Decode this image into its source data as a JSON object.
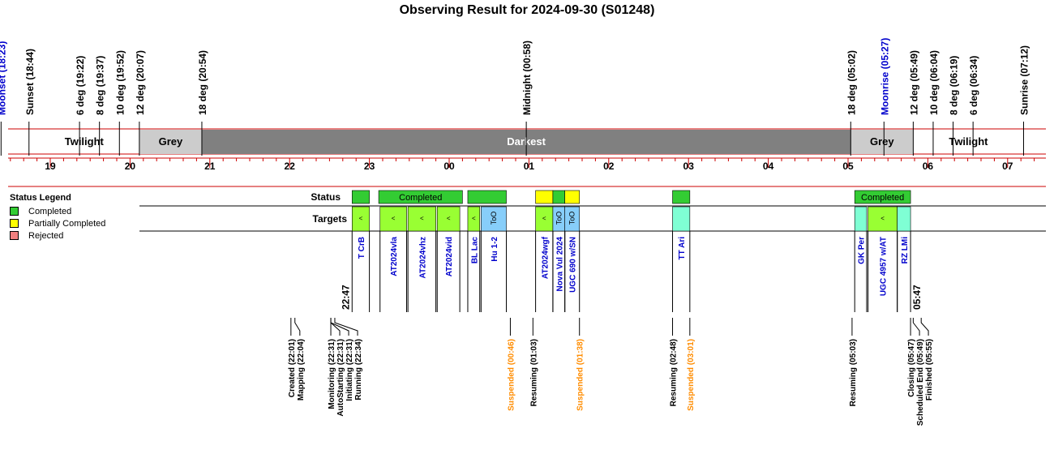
{
  "title": "Observing Result for 2024-09-30 (S01248)",
  "colors": {
    "completed": "#33cc33",
    "partial": "#ffff00",
    "rejected": "#f08080",
    "target_green": "#99ff33",
    "target_cyan": "#7fffd4",
    "target_blue": "#87cefa",
    "grey_band": "#cccccc",
    "darkest_band": "#808080",
    "red_line": "#cc0000",
    "blue_text": "#0000cc",
    "orange_text": "#ff8c00"
  },
  "hours": [
    "19",
    "20",
    "21",
    "22",
    "23",
    "00",
    "01",
    "02",
    "03",
    "04",
    "05",
    "06",
    "07"
  ],
  "time_range": [
    "18:23",
    "07:20"
  ],
  "top_events": [
    {
      "label": "Moonset (18:23)",
      "time": "18:23",
      "color": "blue"
    },
    {
      "label": "Sunset (18:44)",
      "time": "18:44",
      "color": "black"
    },
    {
      "label": "6 deg (19:22)",
      "time": "19:22",
      "color": "black"
    },
    {
      "label": "8 deg (19:37)",
      "time": "19:37",
      "color": "black"
    },
    {
      "label": "10 deg (19:52)",
      "time": "19:52",
      "color": "black"
    },
    {
      "label": "12 deg (20:07)",
      "time": "20:07",
      "color": "black"
    },
    {
      "label": "18 deg (20:54)",
      "time": "20:54",
      "color": "black"
    },
    {
      "label": "Midnight (00:58)",
      "time": "00:58",
      "color": "black"
    },
    {
      "label": "18 deg (05:02)",
      "time": "05:02",
      "color": "black"
    },
    {
      "label": "Moonrise (05:27)",
      "time": "05:27",
      "color": "blue"
    },
    {
      "label": "12 deg (05:49)",
      "time": "05:49",
      "color": "black"
    },
    {
      "label": "10 deg (06:04)",
      "time": "06:04",
      "color": "black"
    },
    {
      "label": "8 deg (06:19)",
      "time": "06:19",
      "color": "black"
    },
    {
      "label": "6 deg (06:34)",
      "time": "06:34",
      "color": "black"
    },
    {
      "label": "Sunrise (07:12)",
      "time": "07:12",
      "color": "black"
    }
  ],
  "bands": [
    {
      "label": "Twilight",
      "start": "18:44",
      "end": "20:07",
      "kind": "twilight"
    },
    {
      "label": "Grey",
      "start": "20:07",
      "end": "20:54",
      "kind": "grey"
    },
    {
      "label": "Darkest",
      "start": "20:54",
      "end": "05:02",
      "kind": "darkest"
    },
    {
      "label": "Grey",
      "start": "05:02",
      "end": "05:49",
      "kind": "grey"
    },
    {
      "label": "Twilight",
      "start": "05:49",
      "end": "07:12",
      "kind": "twilight"
    }
  ],
  "row_labels": {
    "status": "Status",
    "targets": "Targets"
  },
  "legend": {
    "title": "Status Legend",
    "items": [
      {
        "label": "Completed",
        "color": "#33cc33"
      },
      {
        "label": "Partially Completed",
        "color": "#ffff00"
      },
      {
        "label": "Rejected",
        "color": "#f08080"
      }
    ]
  },
  "status_blocks": [
    {
      "start": "22:47",
      "end": "23:00",
      "kind": "completed",
      "label": ""
    },
    {
      "start": "23:07",
      "end": "00:10",
      "kind": "completed",
      "label": "Completed"
    },
    {
      "start": "00:14",
      "end": "00:43",
      "kind": "completed",
      "label": ""
    },
    {
      "start": "01:05",
      "end": "01:18",
      "kind": "partial",
      "label": ""
    },
    {
      "start": "01:18",
      "end": "01:27",
      "kind": "completed",
      "label": ""
    },
    {
      "start": "01:27",
      "end": "01:38",
      "kind": "partial",
      "label": ""
    },
    {
      "start": "02:48",
      "end": "03:01",
      "kind": "completed",
      "label": ""
    },
    {
      "start": "05:05",
      "end": "05:47",
      "kind": "completed",
      "label": "Completed"
    }
  ],
  "target_blocks": [
    {
      "start": "22:47",
      "end": "23:00",
      "kind": "green",
      "glyph": "<",
      "name": "T CrB"
    },
    {
      "start": "23:08",
      "end": "23:28",
      "kind": "green",
      "glyph": "<",
      "name": "AT2024vla"
    },
    {
      "start": "23:29",
      "end": "23:50",
      "kind": "green",
      "glyph": "<",
      "name": "AT2024vhz"
    },
    {
      "start": "23:51",
      "end": "00:08",
      "kind": "green",
      "glyph": "<",
      "name": "AT2024vid"
    },
    {
      "start": "00:14",
      "end": "00:23",
      "kind": "green",
      "glyph": "<",
      "name": "BL Lac"
    },
    {
      "start": "00:24",
      "end": "00:43",
      "kind": "blue",
      "glyph": "ToO",
      "name": "Hu 1-2"
    },
    {
      "start": "01:05",
      "end": "01:18",
      "kind": "green",
      "glyph": "<",
      "name": "AT2024wgf"
    },
    {
      "start": "01:18",
      "end": "01:27",
      "kind": "blue",
      "glyph": "ToO",
      "name": "Nova Vul 2024"
    },
    {
      "start": "01:27",
      "end": "01:38",
      "kind": "blue",
      "glyph": "ToO",
      "name": "UGC 690 w/SN"
    },
    {
      "start": "02:48",
      "end": "03:01",
      "kind": "cyan",
      "glyph": "",
      "name": "TT Ari"
    },
    {
      "start": "05:05",
      "end": "05:14",
      "kind": "cyan",
      "glyph": "",
      "name": "GK Per"
    },
    {
      "start": "05:15",
      "end": "05:37",
      "kind": "green",
      "glyph": "<",
      "name": "UGC 4957 w/AT"
    },
    {
      "start": "05:37",
      "end": "05:47",
      "kind": "cyan",
      "glyph": "",
      "name": "RZ LMi"
    }
  ],
  "target_names_vpos": {
    "T CrB": "short",
    "AT2024vla": "short",
    "AT2024vhz": "short",
    "AT2024vid": "short",
    "BL Lac": "short",
    "Hu 1-2": "short",
    "AT2024wgf": "short",
    "Nova Vul 2024": "short",
    "UGC 690 w/SN": "short",
    "TT Ari": "short",
    "GK Per": "short",
    "UGC 4957 w/AT": "short",
    "RZ LMi": "short"
  },
  "time_marks": [
    {
      "label": "22:47",
      "time": "22:47"
    },
    {
      "label": "05:47",
      "time": "05:47"
    }
  ],
  "bottom_events": [
    {
      "label": "Created (22:01)",
      "time": "22:01",
      "color": "black"
    },
    {
      "label": "Mapping (22:04)",
      "time": "22:04",
      "color": "black"
    },
    {
      "label": "Monitoring (22:31)",
      "time": "22:31",
      "color": "black"
    },
    {
      "label": "AutoStarting (22:31)",
      "time": "22:31",
      "color": "black"
    },
    {
      "label": "Initiating (22:31)",
      "time": "22:31",
      "color": "black"
    },
    {
      "label": "Running (22:34)",
      "time": "22:34",
      "color": "black"
    },
    {
      "label": "Suspended (00:46)",
      "time": "00:46",
      "color": "orange"
    },
    {
      "label": "Resuming (01:03)",
      "time": "01:03",
      "color": "black"
    },
    {
      "label": "Suspended (01:38)",
      "time": "01:38",
      "color": "orange"
    },
    {
      "label": "Resuming (02:48)",
      "time": "02:48",
      "color": "black"
    },
    {
      "label": "Suspended (03:01)",
      "time": "03:01",
      "color": "orange"
    },
    {
      "label": "Resuming (05:03)",
      "time": "05:03",
      "color": "black"
    },
    {
      "label": "Closing (05:47)",
      "time": "05:47",
      "color": "black"
    },
    {
      "label": "Scheduled End (05:49)",
      "time": "05:49",
      "color": "black"
    },
    {
      "label": "Finished (05:55)",
      "time": "05:55",
      "color": "black"
    }
  ]
}
